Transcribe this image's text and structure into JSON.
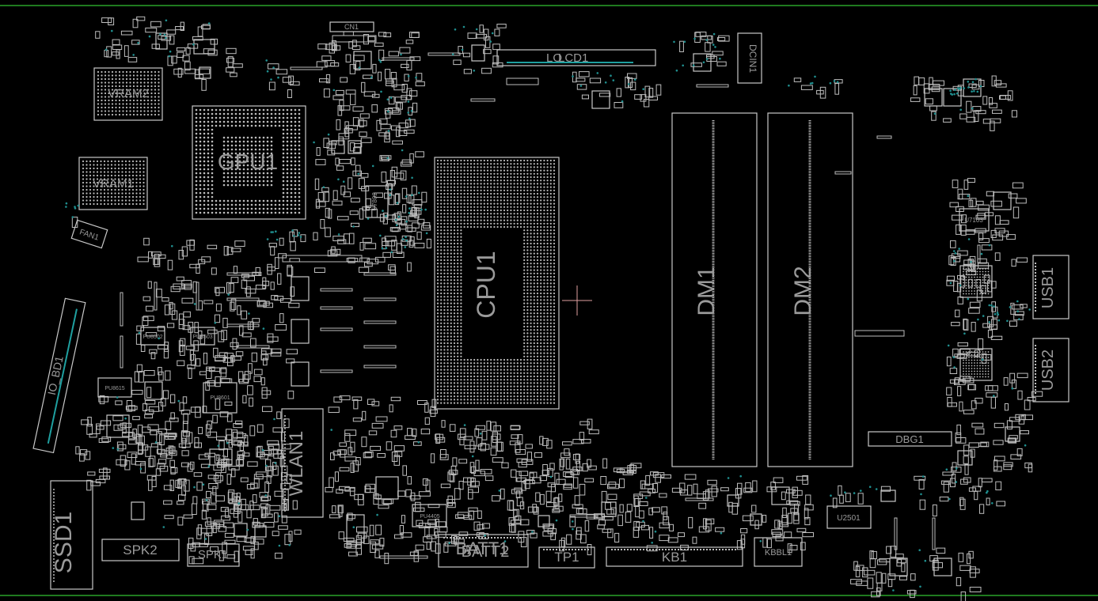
{
  "board": {
    "background": "#000000",
    "border_color": "#1f7a1f",
    "outline_color": "#c8c8c8",
    "testpoint_color": "#1f8f8f",
    "cursor_color": "#e0a0a0"
  },
  "labels": {
    "cn1": "CN1",
    "lcd1": "LCD1",
    "lcd_overlap": "LO",
    "dcin1": "DCIN1",
    "vram2": "VRAM2",
    "vram1": "VRAM1",
    "gpu1": "GPU1",
    "fan1": "FAN1",
    "cpu1": "CPU1",
    "dm1": "DM1",
    "dm2": "DM2",
    "usb1": "USB1",
    "usb2": "USB2",
    "u7103": "U7103",
    "u7802": "U7802",
    "dbg1": "DBG1",
    "u2501": "U2501",
    "kbbl1": "KBBL1",
    "kb1": "KB1",
    "tp1": "TP1",
    "batt1": "BATT1",
    "batt2": "BATT2",
    "pu4405": "PU4405",
    "wlan1": "WLAN1",
    "ssd1": "SSD1",
    "spk2": "SPK2",
    "spk1": "SPK1",
    "e3": "E3",
    "io_board": "IO_BD1",
    "pu8601": "PU8601",
    "pu8502": "PU8502",
    "pu8503": "PU8503",
    "pu4601": "PU4601",
    "pu8615": "PU8615"
  }
}
